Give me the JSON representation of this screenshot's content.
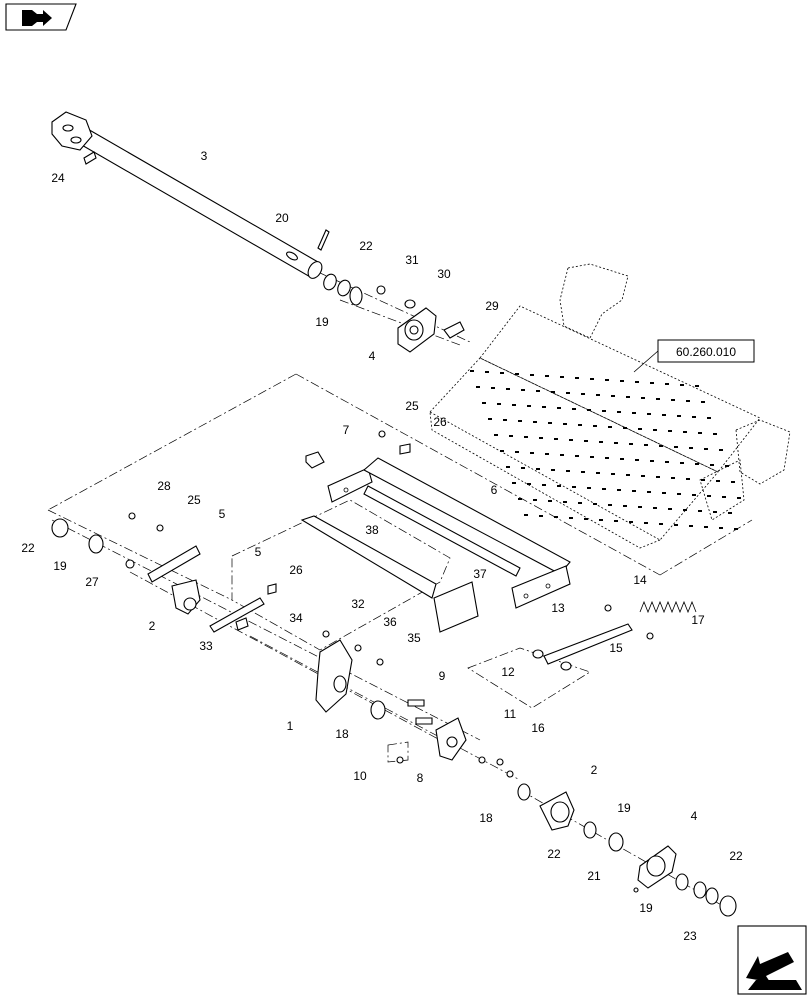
{
  "icons": {
    "top_left": "book-arrow-icon",
    "bottom_right": "next-page-arrow-icon"
  },
  "reference": {
    "label": "60.260.010"
  },
  "callouts": [
    {
      "id": "c3",
      "label": "3"
    },
    {
      "id": "c24",
      "label": "24"
    },
    {
      "id": "c20",
      "label": "20"
    },
    {
      "id": "c22a",
      "label": "22"
    },
    {
      "id": "c31",
      "label": "31"
    },
    {
      "id": "c30",
      "label": "30"
    },
    {
      "id": "c29",
      "label": "29"
    },
    {
      "id": "c19a",
      "label": "19"
    },
    {
      "id": "c4a",
      "label": "4"
    },
    {
      "id": "c25a",
      "label": "25"
    },
    {
      "id": "c26a",
      "label": "26"
    },
    {
      "id": "c7",
      "label": "7"
    },
    {
      "id": "c28",
      "label": "28"
    },
    {
      "id": "c25b",
      "label": "25"
    },
    {
      "id": "c5a",
      "label": "5"
    },
    {
      "id": "c6",
      "label": "6"
    },
    {
      "id": "c22b",
      "label": "22"
    },
    {
      "id": "c19b",
      "label": "19"
    },
    {
      "id": "c27",
      "label": "27"
    },
    {
      "id": "c38",
      "label": "38"
    },
    {
      "id": "c5b",
      "label": "5"
    },
    {
      "id": "c26b",
      "label": "26"
    },
    {
      "id": "c37",
      "label": "37"
    },
    {
      "id": "c2a",
      "label": "2"
    },
    {
      "id": "c34",
      "label": "34"
    },
    {
      "id": "c33",
      "label": "33"
    },
    {
      "id": "c14",
      "label": "14"
    },
    {
      "id": "c17",
      "label": "17"
    },
    {
      "id": "c13",
      "label": "13"
    },
    {
      "id": "c32",
      "label": "32"
    },
    {
      "id": "c36",
      "label": "36"
    },
    {
      "id": "c35",
      "label": "35"
    },
    {
      "id": "c15",
      "label": "15"
    },
    {
      "id": "c12",
      "label": "12"
    },
    {
      "id": "c1",
      "label": "1"
    },
    {
      "id": "c9",
      "label": "9"
    },
    {
      "id": "c18a",
      "label": "18"
    },
    {
      "id": "c11",
      "label": "11"
    },
    {
      "id": "c16",
      "label": "16"
    },
    {
      "id": "c10",
      "label": "10"
    },
    {
      "id": "c8",
      "label": "8"
    },
    {
      "id": "c2b",
      "label": "2"
    },
    {
      "id": "c18b",
      "label": "18"
    },
    {
      "id": "c19c",
      "label": "19"
    },
    {
      "id": "c4b",
      "label": "4"
    },
    {
      "id": "c22c",
      "label": "22"
    },
    {
      "id": "c21",
      "label": "21"
    },
    {
      "id": "c22d",
      "label": "22"
    },
    {
      "id": "c19d",
      "label": "19"
    },
    {
      "id": "c23",
      "label": "23"
    }
  ]
}
